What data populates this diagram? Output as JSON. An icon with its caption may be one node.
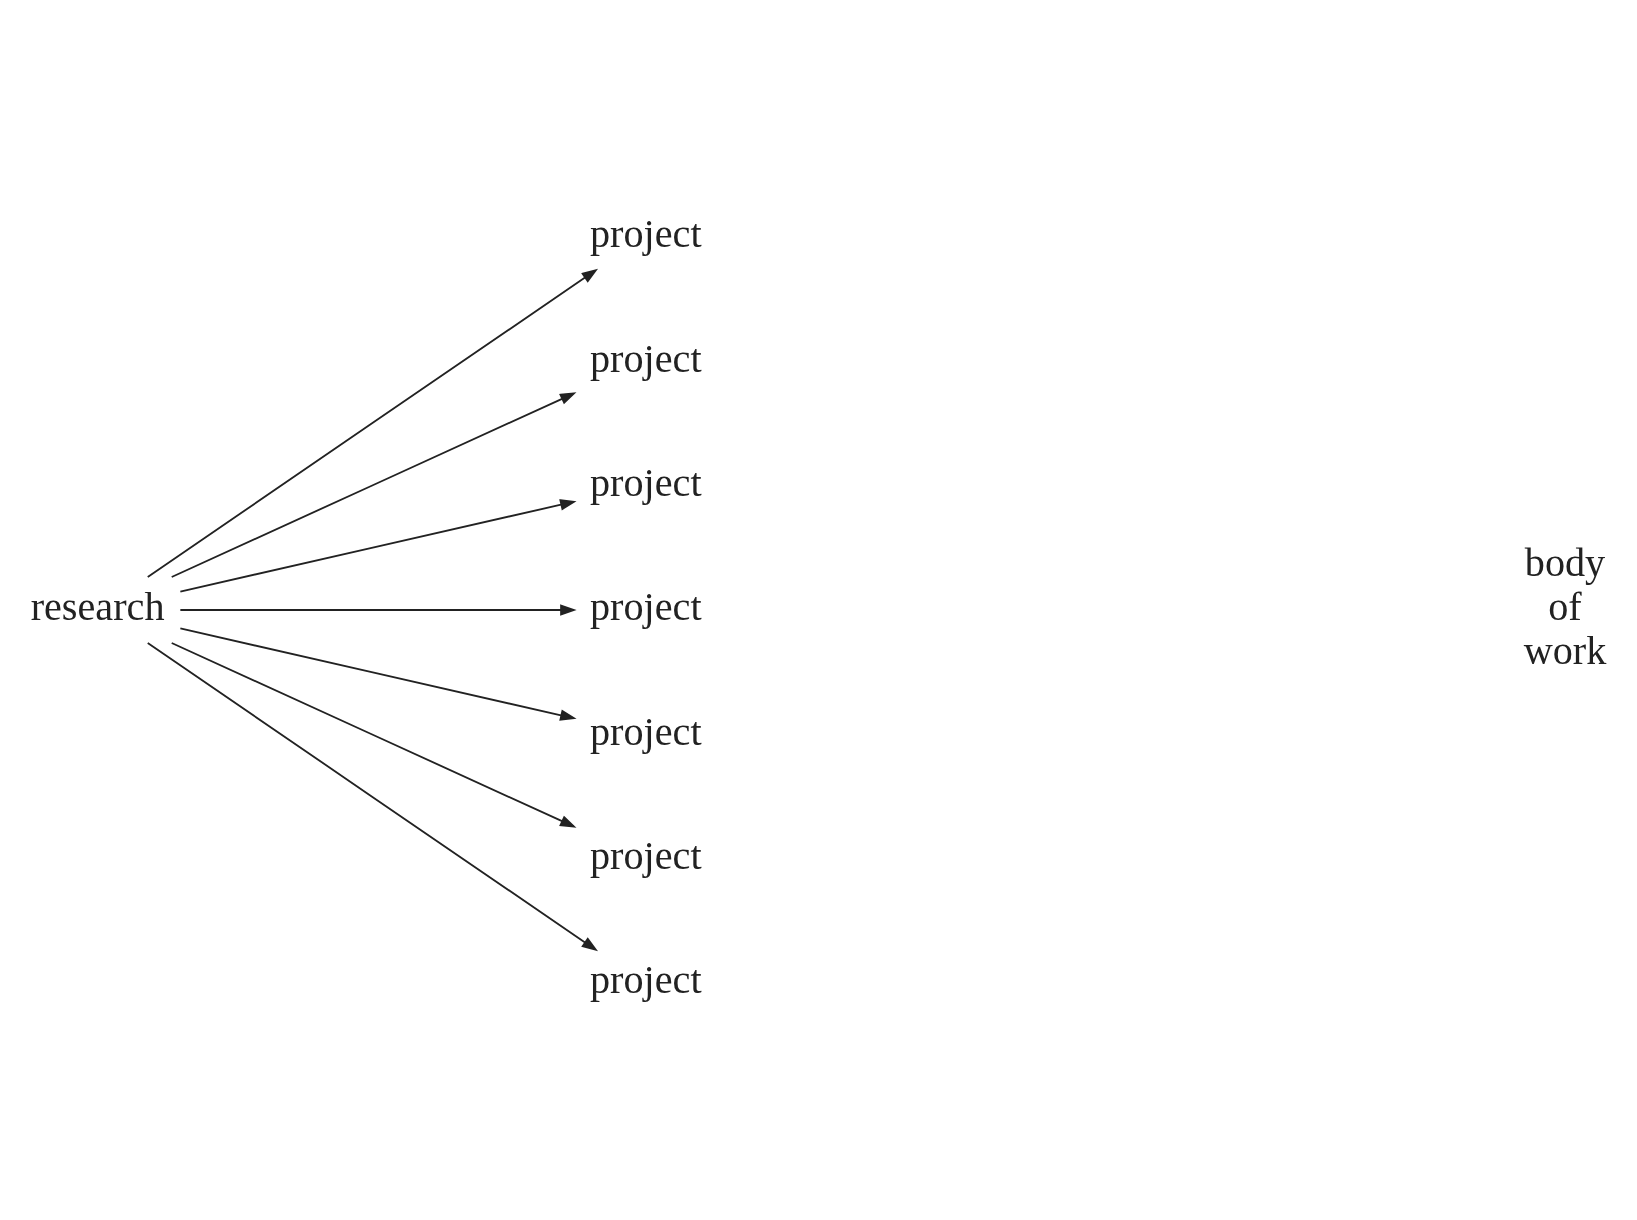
{
  "diagram": {
    "nodes": [
      {
        "text": [
          "research"
        ]
      },
      {
        "text": [
          "project"
        ]
      },
      {
        "text": [
          "project"
        ]
      },
      {
        "text": [
          "project"
        ]
      },
      {
        "text": [
          "project"
        ]
      },
      {
        "text": [
          "project"
        ]
      },
      {
        "text": [
          "project"
        ]
      },
      {
        "text": [
          "project"
        ]
      }
    ],
    "edges": [
      {
        "from": 0,
        "to": 1,
        "arrow": "to"
      },
      {
        "from": 0,
        "to": 2,
        "arrow": "to"
      },
      {
        "from": 0,
        "to": 3,
        "arrow": "to"
      },
      {
        "from": 0,
        "to": 4,
        "arrow": "to"
      },
      {
        "from": 0,
        "to": 5,
        "arrow": "to"
      },
      {
        "from": 0,
        "to": 6,
        "arrow": "to"
      },
      {
        "from": 0,
        "to": 7,
        "arrow": "to"
      }
    ],
    "labels": [
      "body of work"
    ]
  }
}
